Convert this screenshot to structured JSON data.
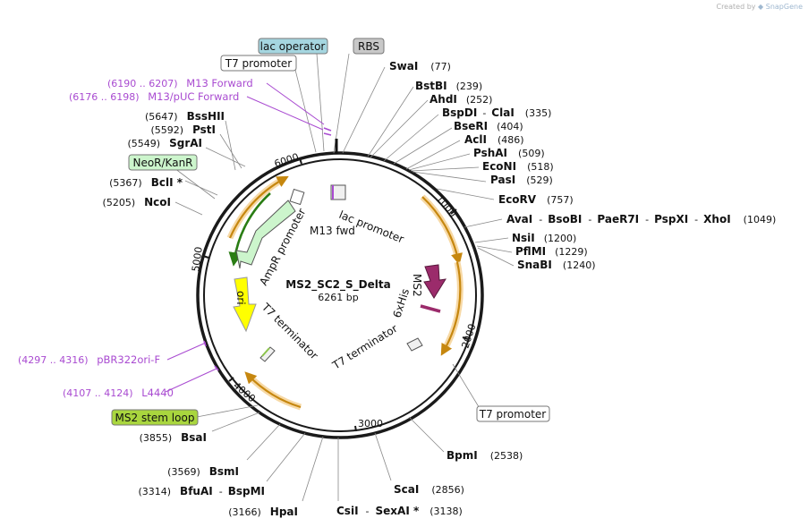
{
  "watermark": {
    "prefix": "Created by",
    "brand": "SnapGene"
  },
  "plasmid": {
    "name": "MS2_SC2_S_Delta",
    "length": "6261 bp"
  },
  "ticks": [
    "1000",
    "2000",
    "3000",
    "4000",
    "5000",
    "6000"
  ],
  "boxed_features": [
    {
      "id": "lac-operator",
      "label": "lac operator",
      "color": "#a5d6e0"
    },
    {
      "id": "rbs",
      "label": "RBS",
      "color": "#c8c8c8"
    },
    {
      "id": "t7-promoter-top",
      "label": "T7 promoter",
      "color": "#ffffff"
    },
    {
      "id": "neor-kanr",
      "label": "NeoR/KanR",
      "color": "#ccf5cc"
    },
    {
      "id": "ms2-stem-loop",
      "label": "MS2 stem loop",
      "color": "#a9d63e"
    },
    {
      "id": "t7-promoter-right",
      "label": "T7 promoter",
      "color": "#ffffff"
    }
  ],
  "primers": [
    {
      "range": "(6190 .. 6207)",
      "name": "M13 Forward"
    },
    {
      "range": "(6176 .. 6198)",
      "name": "M13/pUC Forward"
    },
    {
      "range": "(4297 .. 4316)",
      "name": "pBR322ori-F"
    },
    {
      "range": "(4107 .. 4124)",
      "name": "L4440"
    }
  ],
  "enzymes_right": [
    {
      "name": "SwaI",
      "pos": "(77)"
    },
    {
      "name": "BstBI",
      "pos": "(239)"
    },
    {
      "name": "AhdI",
      "pos": "(252)"
    },
    {
      "name": "BspDI",
      "alt": "ClaI",
      "pos": "(335)"
    },
    {
      "name": "BseRI",
      "pos": "(404)"
    },
    {
      "name": "AclI",
      "pos": "(486)"
    },
    {
      "name": "PshAI",
      "pos": "(509)"
    },
    {
      "name": "EcoNI",
      "pos": "(518)"
    },
    {
      "name": "PasI",
      "pos": "(529)"
    },
    {
      "name": "EcoRV",
      "pos": "(757)"
    },
    {
      "name": "AvaI",
      "others": [
        "BsoBI",
        "PaeR7I",
        "PspXI",
        "XhoI"
      ],
      "pos": "(1049)"
    },
    {
      "name": "NsiI",
      "pos": "(1200)"
    },
    {
      "name": "PflMI",
      "pos": "(1229)"
    },
    {
      "name": "SnaBI",
      "pos": "(1240)"
    },
    {
      "name": "BpmI",
      "pos": "(2538)"
    },
    {
      "name": "ScaI",
      "pos": "(2856)"
    },
    {
      "name": "CsiI",
      "alt": "SexAI *",
      "pos": "(3138)"
    }
  ],
  "enzymes_left": [
    {
      "name": "BssHII",
      "pos": "(5647)"
    },
    {
      "name": "PstI",
      "pos": "(5592)"
    },
    {
      "name": "SgrAI",
      "pos": "(5549)"
    },
    {
      "name": "BclI *",
      "pos": "(5367)"
    },
    {
      "name": "NcoI",
      "pos": "(5205)"
    },
    {
      "name": "BsaI",
      "pos": "(3855)"
    },
    {
      "name": "BsmI",
      "pos": "(3569)"
    },
    {
      "name": "BfuAI",
      "alt": "BspMI",
      "pos": "(3314)"
    },
    {
      "name": "HpaI",
      "pos": "(3166)"
    }
  ],
  "inner_labels": {
    "lac_promoter": "lac promoter",
    "m13_fwd": "M13 fwd",
    "ampr_promoter": "AmpR promoter",
    "ori": "ori",
    "t7_terminator_left": "T7 terminator",
    "t7_terminator_right": "T7 terminator",
    "ms2": "MS2",
    "his": "6xHis"
  },
  "colors": {
    "orf": "#c6870f",
    "orf_glow": "#f7d9a6",
    "neor": "#2a7d14",
    "ampr_promoter": "#ccf5cc",
    "ori": "#ffff00",
    "ms2": "#9b2b6b",
    "primer": "#a94bd1"
  }
}
